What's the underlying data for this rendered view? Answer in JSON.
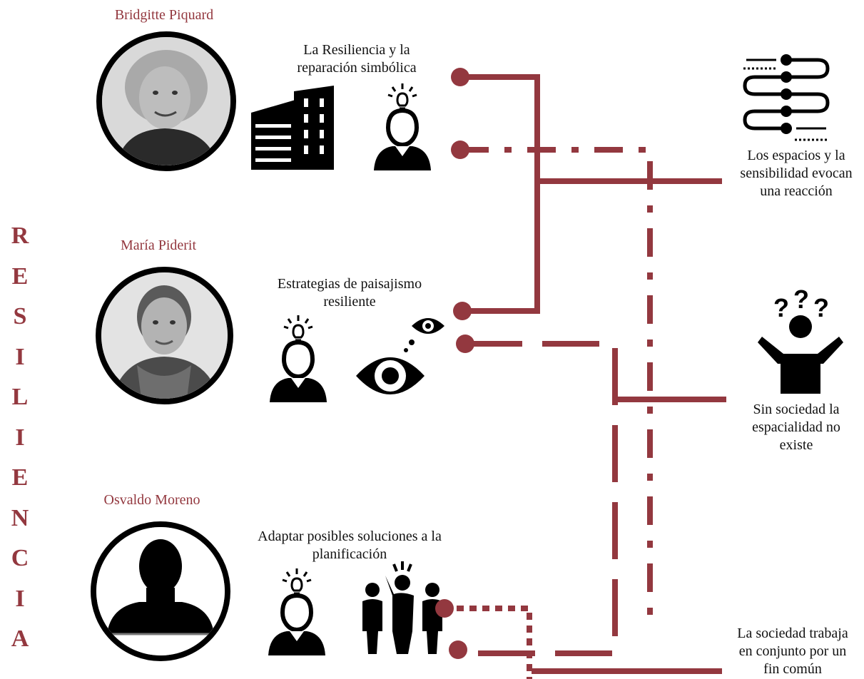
{
  "accent_color": "#93383f",
  "vertical_word": [
    "R",
    "E",
    "S",
    "I",
    "L",
    "I",
    "E",
    "N",
    "C",
    "I",
    "A"
  ],
  "people": [
    {
      "name": "Bridgitte Piquard",
      "topic_lines": [
        "La Resiliencia y la",
        "reparación simbólica"
      ]
    },
    {
      "name": "María Piderit",
      "topic_lines": [
        "Estrategias de paisajismo",
        "resiliente"
      ]
    },
    {
      "name": "Osvaldo Moreno",
      "topic_lines": [
        "Adaptar posibles soluciones a la",
        "planificación"
      ]
    }
  ],
  "outcomes": [
    {
      "lines": [
        "Los espacios y la",
        "sensibilidad evocan",
        "una reacción"
      ],
      "icon": "flow-process-icon"
    },
    {
      "lines": [
        "Sin sociedad la",
        "espacialidad no",
        "existe"
      ],
      "icon": "confused-person-icon"
    },
    {
      "lines": [
        "La sociedad trabaja",
        "en conjunto por un",
        "fin común"
      ],
      "icon": ""
    }
  ],
  "icons": {
    "person1": [
      "building-icon",
      "idea-person-icon"
    ],
    "person2": [
      "idea-person-icon",
      "eye-icon"
    ],
    "person3": [
      "idea-person-icon",
      "team-icon"
    ]
  }
}
